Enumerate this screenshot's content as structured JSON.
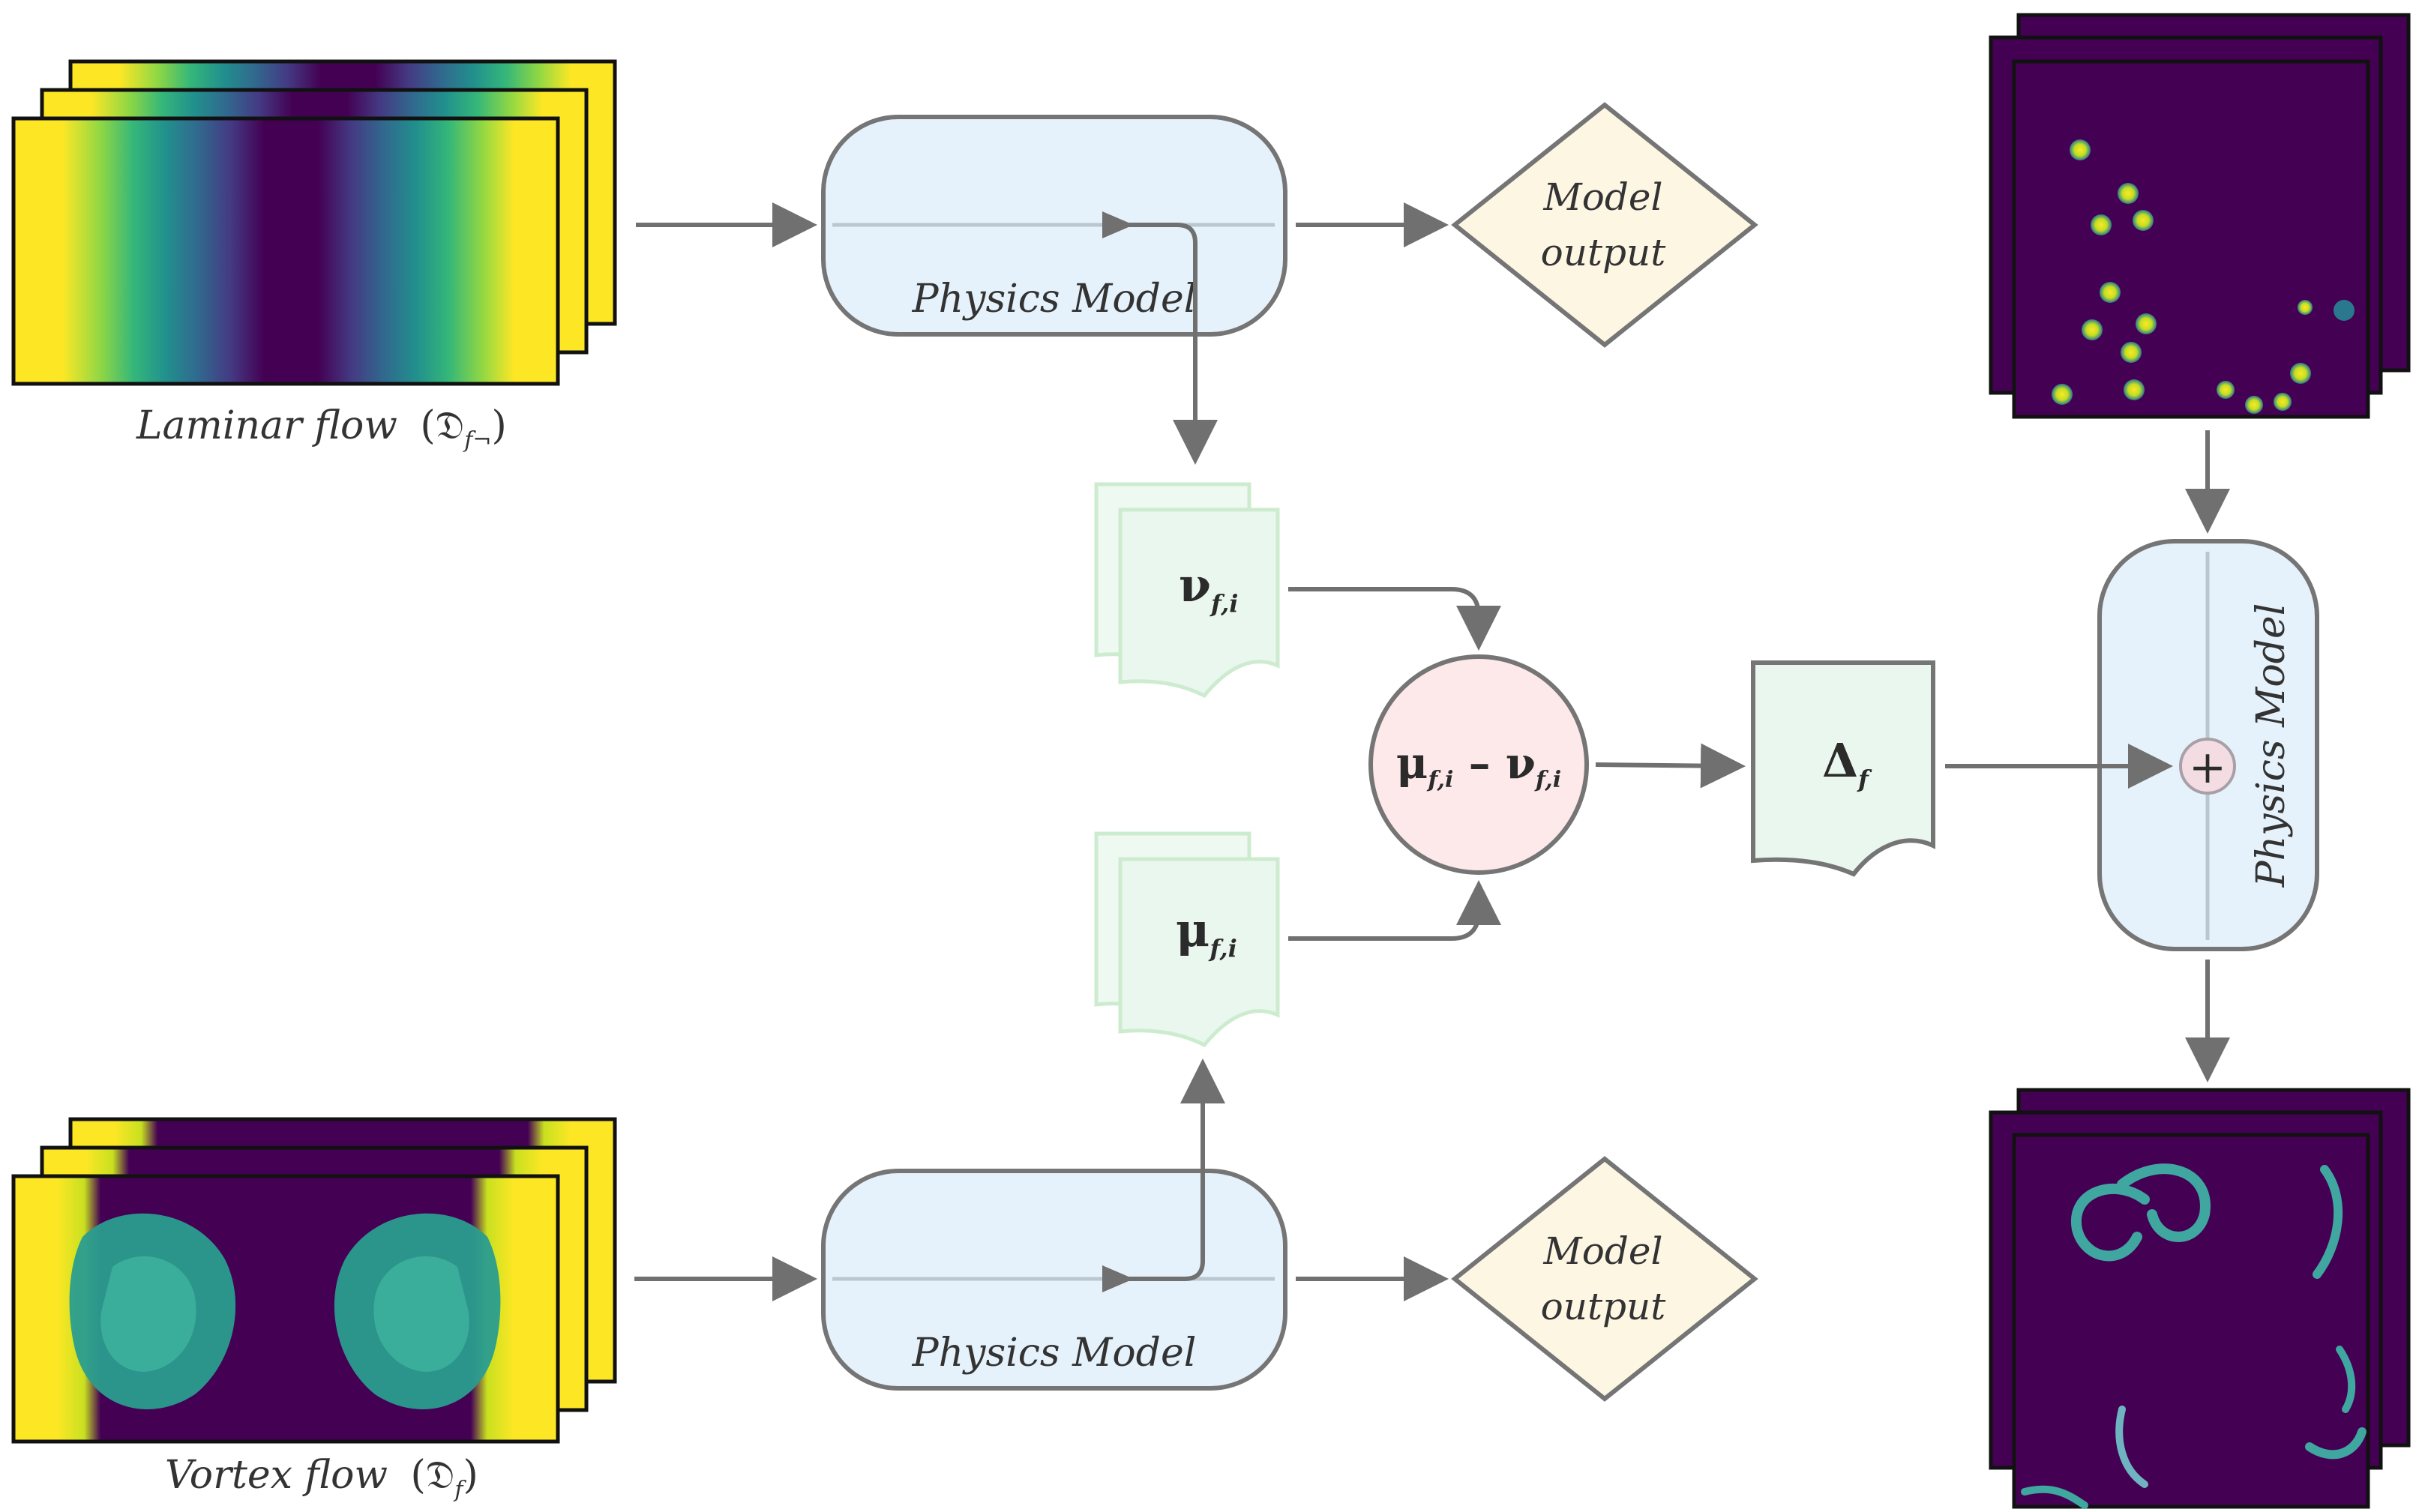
{
  "labels": {
    "laminar_caption": "Laminar flow",
    "laminar_symbol": "(𝔇",
    "laminar_sub": "f¬",
    "vortex_caption": "Vortex flow",
    "vortex_symbol": "(𝔇",
    "vortex_sub": "f",
    "close_paren": ")",
    "physics_model_top": "Physics Model",
    "physics_model_bottom": "Physics Model",
    "physics_model_right": "Physics Model",
    "model_output_top_1": "Model",
    "model_output_top_2": "output",
    "model_output_bottom_1": "Model",
    "model_output_bottom_2": "output",
    "nu_symbol": "ν",
    "nu_sub": "f,i",
    "mu_symbol": "μ",
    "mu_sub": "f,i",
    "diff_mu": "μ",
    "diff_mu_sub": "f,i",
    "diff_minus": " – ",
    "diff_nu": "ν",
    "diff_nu_sub": "f,i",
    "delta_symbol": "Δ",
    "delta_sub": "f",
    "plus_symbol": "+"
  },
  "colors": {
    "model_fill": "#e6f2fb",
    "output_fill": "#fdf6e3",
    "doc_fill": "#eaf7ee",
    "diff_fill": "#fde8ea",
    "stroke": "#757575",
    "arrow": "#707070",
    "viridis_dark": "#440154",
    "viridis_teal": "#2a9d8f",
    "viridis_yellow": "#fde725"
  }
}
